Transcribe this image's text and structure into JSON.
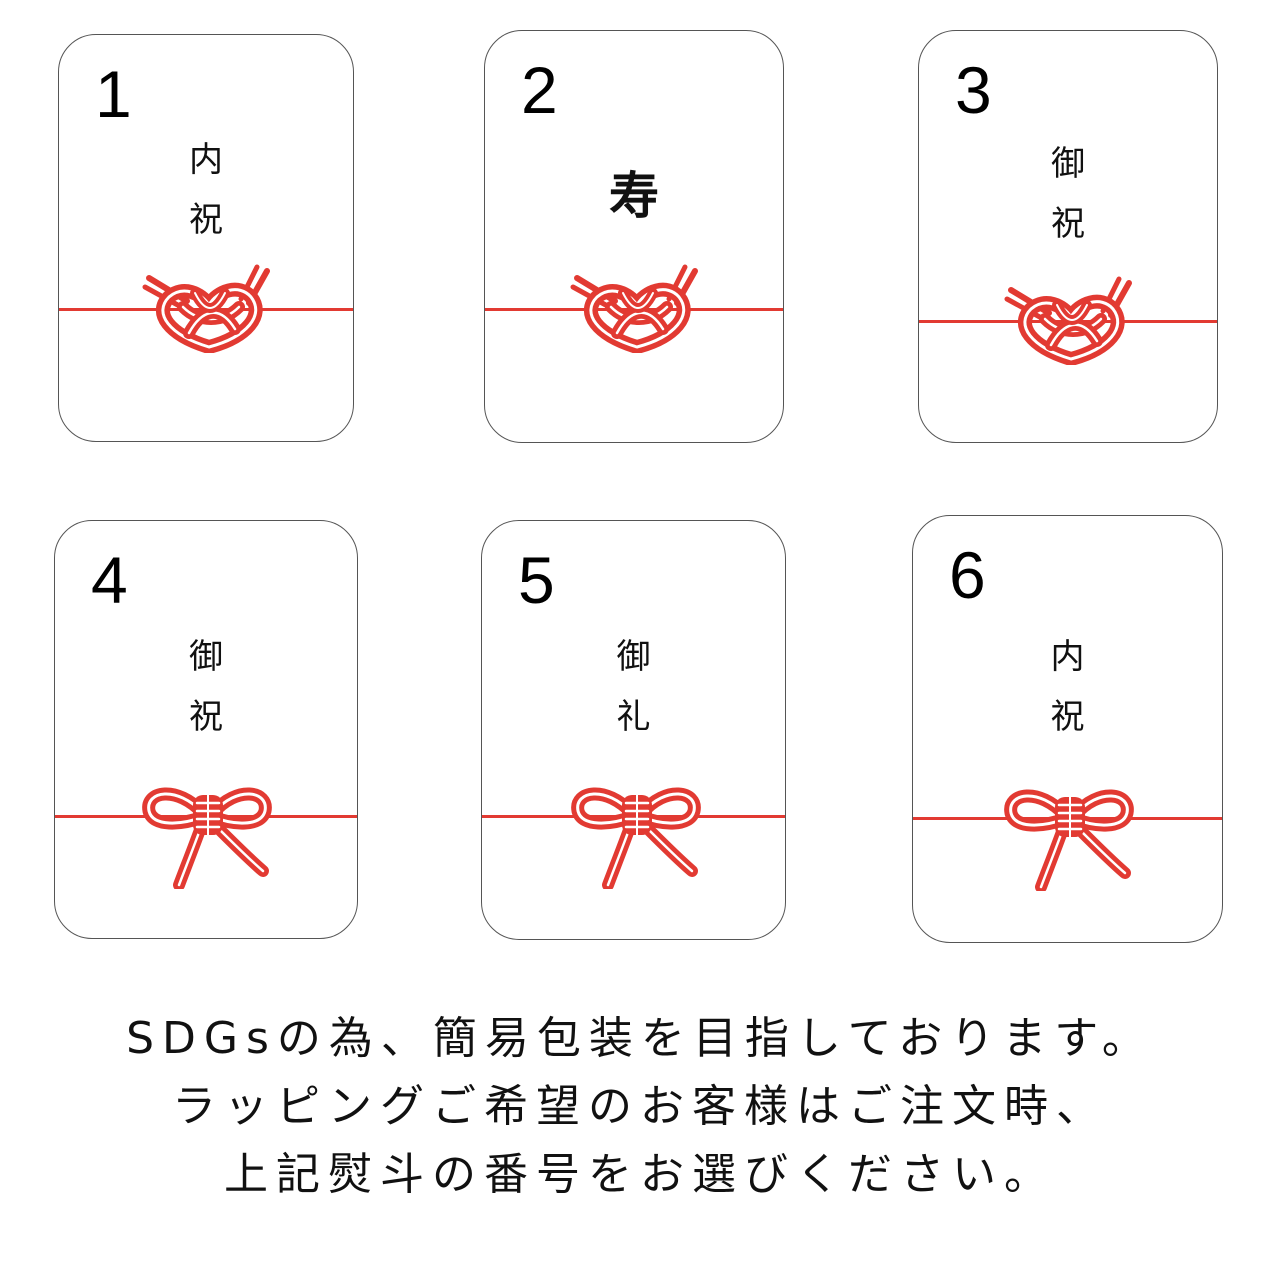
{
  "cards": [
    {
      "number": "1",
      "line1": "内",
      "line2": "祝",
      "knot": "awaji"
    },
    {
      "number": "2",
      "line1": "寿",
      "line2": "",
      "knot": "awaji"
    },
    {
      "number": "3",
      "line1": "御",
      "line2": "祝",
      "knot": "awaji"
    },
    {
      "number": "4",
      "line1": "御",
      "line2": "祝",
      "knot": "chomusubi"
    },
    {
      "number": "5",
      "line1": "御",
      "line2": "礼",
      "knot": "chomusubi"
    },
    {
      "number": "6",
      "line1": "内",
      "line2": "祝",
      "knot": "chomusubi"
    }
  ],
  "colors": {
    "cord": "#e23a32",
    "border": "#555555"
  },
  "notice": {
    "line1": "SDGsの為、簡易包装を目指しております。",
    "line2": "ラッピングご希望のお客様はご注文時、",
    "line3": "上記熨斗の番号をお選びください。"
  }
}
